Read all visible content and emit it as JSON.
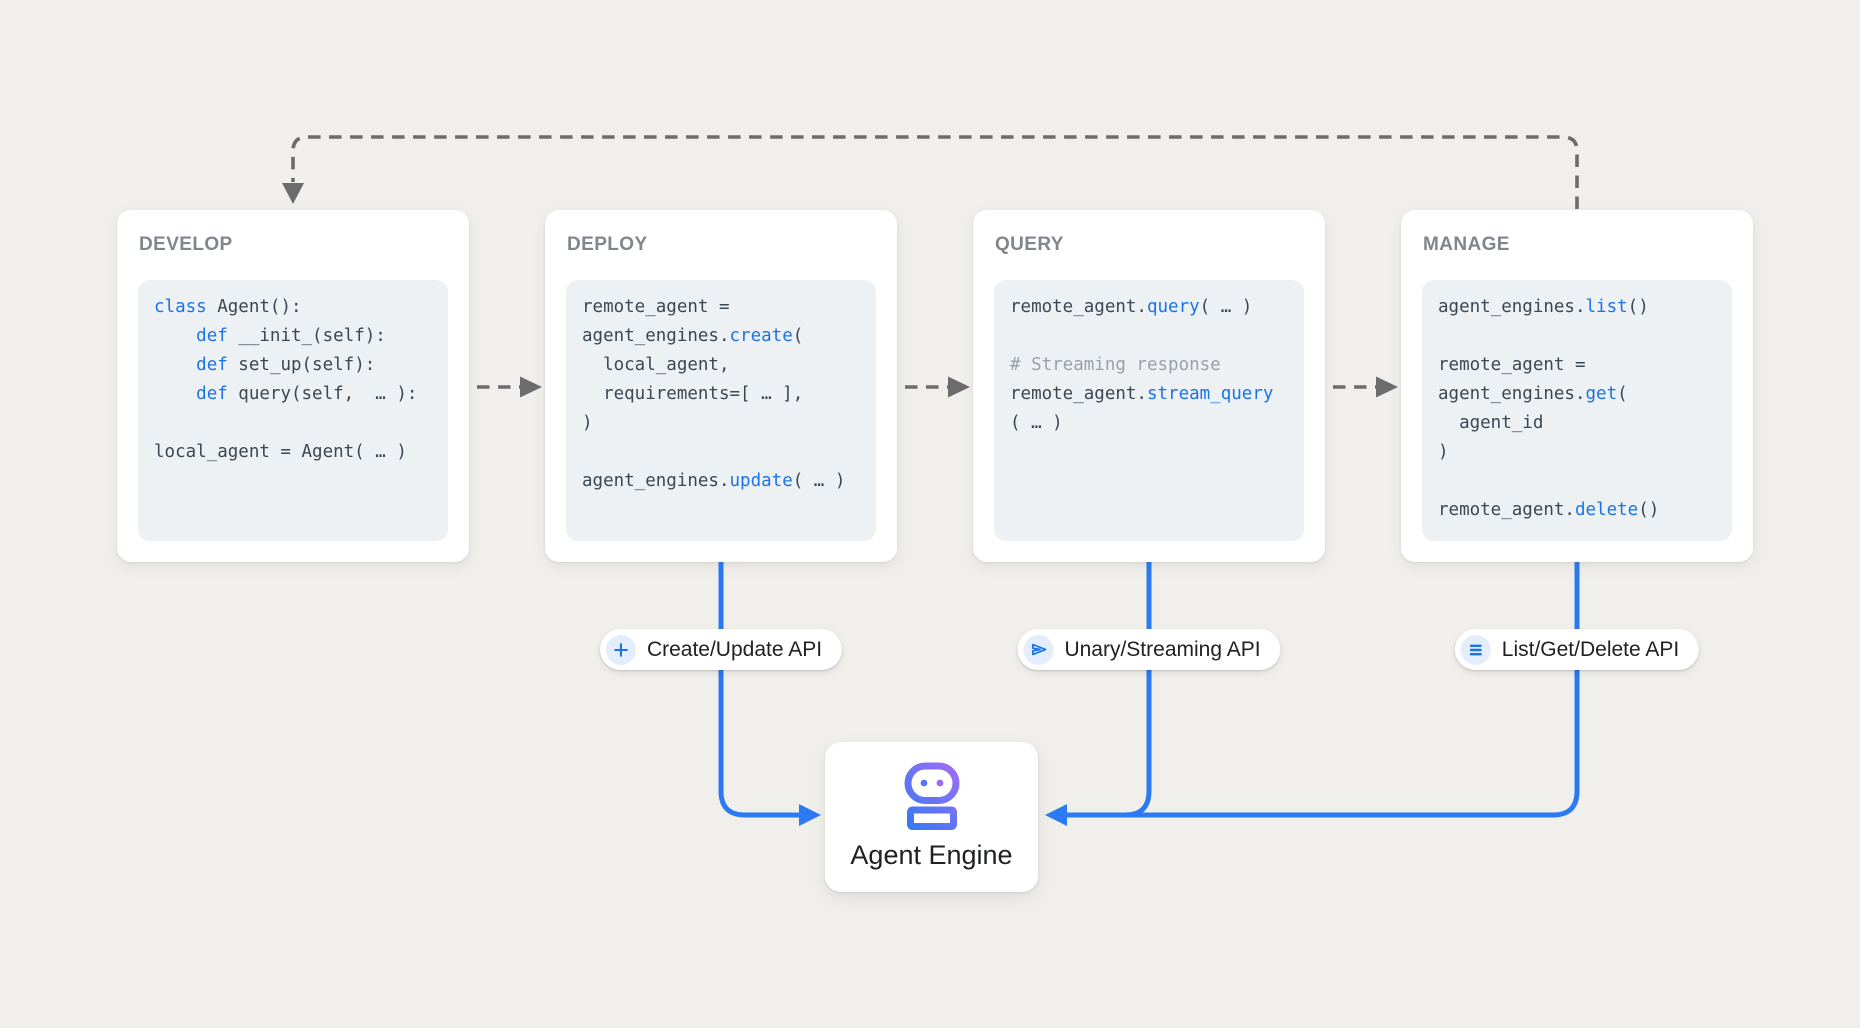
{
  "colors": {
    "background": "#f1efec",
    "card_bg": "#ffffff",
    "code_bg": "#eef1f4",
    "code_text": "#3b4754",
    "code_blue": "#1a73e8",
    "code_comment": "#9aa0a6",
    "title_gray": "#80868b",
    "dash_gray": "#6a6c6e",
    "connector_blue": "#2b7af3",
    "pill_text": "#202124",
    "pill_icon_bg": "#e4edfc",
    "engine_gradient_start": "#2b7af3",
    "engine_gradient_end": "#a86df6"
  },
  "cards": [
    {
      "title": "DEVELOP",
      "code_lines": [
        [
          {
            "t": "class",
            "c": "blue"
          },
          {
            "t": " Agent():",
            "c": "plain"
          }
        ],
        [
          {
            "t": "    ",
            "c": "plain"
          },
          {
            "t": "def",
            "c": "blue"
          },
          {
            "t": " __init_(self):",
            "c": "plain"
          }
        ],
        [
          {
            "t": "    ",
            "c": "plain"
          },
          {
            "t": "def",
            "c": "blue"
          },
          {
            "t": " set_up(self):",
            "c": "plain"
          }
        ],
        [
          {
            "t": "    ",
            "c": "plain"
          },
          {
            "t": "def",
            "c": "blue"
          },
          {
            "t": " query(self,  … ):",
            "c": "plain"
          }
        ],
        [],
        [
          {
            "t": "local_agent = Agent( … )",
            "c": "plain"
          }
        ]
      ]
    },
    {
      "title": "DEPLOY",
      "code_lines": [
        [
          {
            "t": "remote_agent =",
            "c": "plain"
          }
        ],
        [
          {
            "t": "agent_engines.",
            "c": "plain"
          },
          {
            "t": "create",
            "c": "blue"
          },
          {
            "t": "(",
            "c": "plain"
          }
        ],
        [
          {
            "t": "  local_agent,",
            "c": "plain"
          }
        ],
        [
          {
            "t": "  requirements=[ … ],",
            "c": "plain"
          }
        ],
        [
          {
            "t": ")",
            "c": "plain"
          }
        ],
        [],
        [
          {
            "t": "agent_engines.",
            "c": "plain"
          },
          {
            "t": "update",
            "c": "blue"
          },
          {
            "t": "( … )",
            "c": "plain"
          }
        ]
      ]
    },
    {
      "title": "QUERY",
      "code_lines": [
        [
          {
            "t": "remote_agent.",
            "c": "plain"
          },
          {
            "t": "query",
            "c": "blue"
          },
          {
            "t": "( … )",
            "c": "plain"
          }
        ],
        [],
        [
          {
            "t": "# Streaming response",
            "c": "comment"
          }
        ],
        [
          {
            "t": "remote_agent.",
            "c": "plain"
          },
          {
            "t": "stream_query",
            "c": "blue"
          }
        ],
        [
          {
            "t": "( … )",
            "c": "plain"
          }
        ]
      ]
    },
    {
      "title": "MANAGE",
      "code_lines": [
        [
          {
            "t": "agent_engines.",
            "c": "plain"
          },
          {
            "t": "list",
            "c": "blue"
          },
          {
            "t": "()",
            "c": "plain"
          }
        ],
        [],
        [
          {
            "t": "remote_agent =",
            "c": "plain"
          }
        ],
        [
          {
            "t": "agent_engines.",
            "c": "plain"
          },
          {
            "t": "get",
            "c": "blue"
          },
          {
            "t": "(",
            "c": "plain"
          }
        ],
        [
          {
            "t": "  agent_id",
            "c": "plain"
          }
        ],
        [
          {
            "t": ")",
            "c": "plain"
          }
        ],
        [],
        [
          {
            "t": "remote_agent.",
            "c": "plain"
          },
          {
            "t": "delete",
            "c": "blue"
          },
          {
            "t": "()",
            "c": "plain"
          }
        ]
      ]
    }
  ],
  "pills": [
    {
      "label": "Create/Update API",
      "icon": "plus-icon"
    },
    {
      "label": "Unary/Streaming API",
      "icon": "send-icon"
    },
    {
      "label": "List/Get/Delete API",
      "icon": "list-icon"
    }
  ],
  "engine": {
    "label": "Agent Engine",
    "icon": "robot-icon"
  }
}
